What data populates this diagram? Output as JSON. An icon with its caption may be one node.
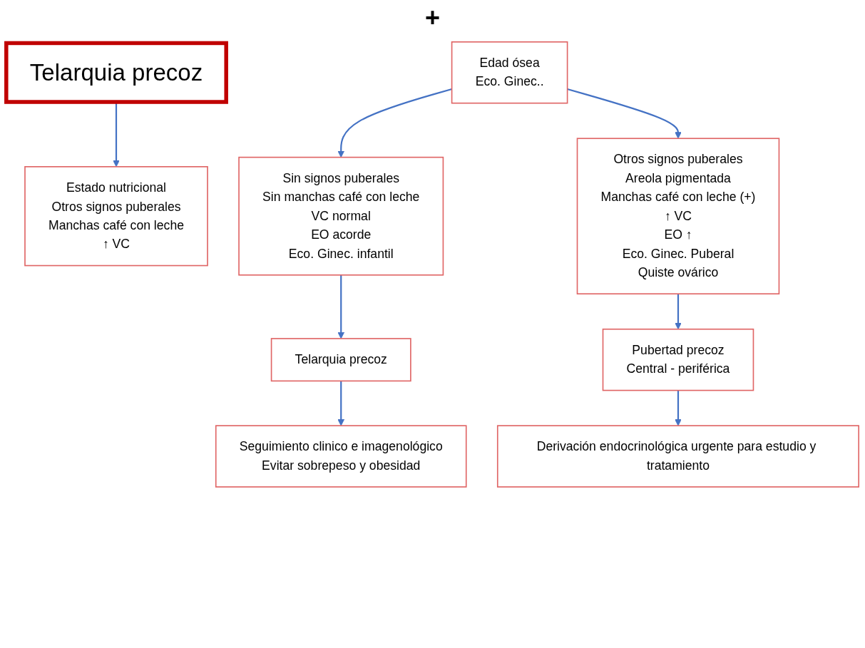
{
  "diagram": {
    "nodes": [
      {
        "text": [
          "Telarquia  precoz"
        ]
      },
      {
        "text": [
          "Estado nutricional",
          "Otros signos puberales",
          "Manchas café con leche",
          "↑ VC"
        ]
      },
      {
        "text": [
          "Edad ósea",
          "Eco. Ginec.."
        ]
      },
      {
        "text": [
          "Sin signos puberales",
          "Sin manchas café con leche",
          "VC normal",
          "EO acorde",
          "Eco.  Ginec. infantil"
        ]
      },
      {
        "text": [
          "Otros  signos puberales",
          "Areola pigmentada",
          "Manchas café con leche (+)",
          "↑ VC",
          "EO ↑",
          "Eco.  Ginec. Puberal",
          "Quiste ovárico"
        ]
      },
      {
        "text": [
          "Telarquia precoz"
        ]
      },
      {
        "text": [
          "Seguimiento clinico e imagenológico",
          "Evitar sobrepeso y obesidad"
        ]
      },
      {
        "text": [
          "Pubertad  precoz",
          "Central  - periférica"
        ]
      },
      {
        "text": [
          "Derivación endocrinológica urgente para estudio y tratamiento"
        ]
      }
    ],
    "edges": [
      {
        "from": 0,
        "to": 1,
        "arrow": "to"
      },
      {
        "from": 2,
        "to": 3,
        "arrow": "to"
      },
      {
        "from": 2,
        "to": 4,
        "arrow": "to"
      },
      {
        "from": 3,
        "to": 5,
        "arrow": "to"
      },
      {
        "from": 5,
        "to": 6,
        "arrow": "to"
      },
      {
        "from": 4,
        "to": 7,
        "arrow": "to"
      },
      {
        "from": 7,
        "to": 8,
        "arrow": "to"
      }
    ],
    "labels": [
      "+"
    ]
  }
}
